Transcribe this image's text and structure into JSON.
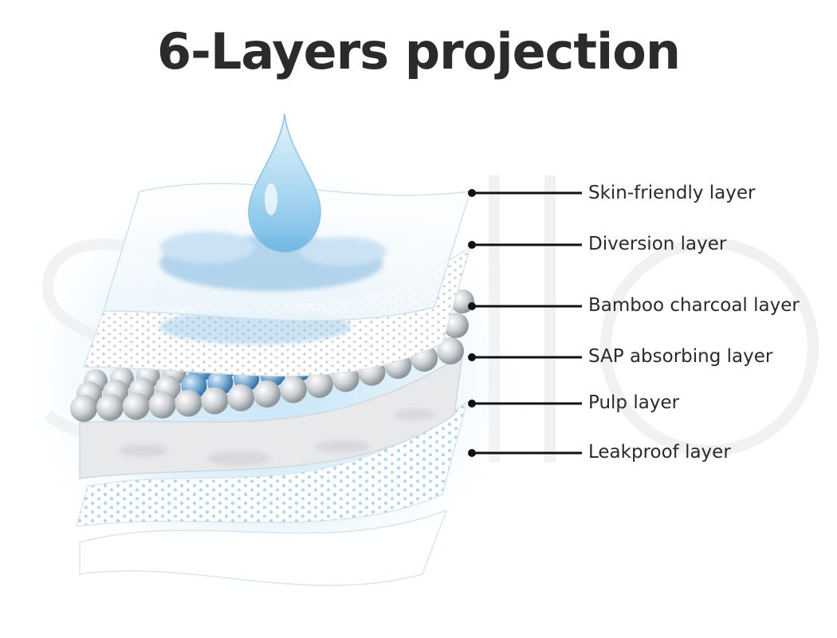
{
  "title": "6-Layers projection",
  "layers": [
    {
      "label": "Skin-friendly layer"
    },
    {
      "label": "Diversion layer"
    },
    {
      "label": "Bamboo charcoal layer"
    },
    {
      "label": "SAP absorbing layer"
    },
    {
      "label": "Pulp layer"
    },
    {
      "label": "Leakproof layer"
    }
  ],
  "watermark": "SOllO"
}
